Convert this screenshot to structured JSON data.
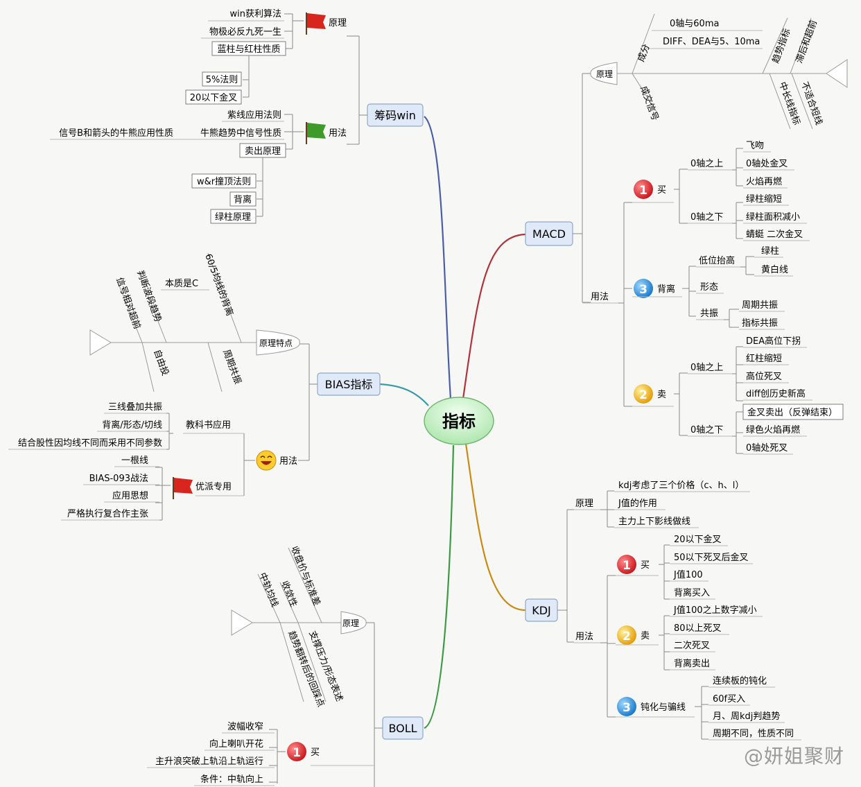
{
  "center": "指标",
  "watermark": "@妍姐聚财",
  "chouma": {
    "title": "筹码win",
    "yuanli": "原理",
    "yuanli_items": [
      "win获利算法",
      "物极必反九死一生",
      "蓝柱与红柱性质"
    ],
    "yongfa": "用法",
    "lanzhu_subs": [
      "5%法则",
      "20以下金叉"
    ],
    "yongfa_items": [
      "紫线应用法则",
      "牛熊趋势中信号性质",
      "卖出原理"
    ],
    "signal_note": "信号B和箭头的牛熊应用性质",
    "sell_subs": [
      "w&r撞顶法则",
      "背离",
      "绿柱原理"
    ]
  },
  "bias": {
    "title": "BIAS指标",
    "yuanli": "原理特点",
    "fish_up": [
      "60/5均线的背离",
      "本质是C",
      "判断波段趋势",
      "信号相对超前"
    ],
    "fish_down": [
      "周期共振",
      "自由投"
    ],
    "yongfa": "用法",
    "jiaokeshu": "教科书应用",
    "jiaokeshu_items": [
      "三线叠加共振",
      "背离/形态/切线",
      "结合股性因均线不同而采用不同参数"
    ],
    "youmei": "优派专用",
    "youmei_items": [
      "一根线",
      "BIAS-093战法",
      "应用思想",
      "严格执行复合作主张"
    ]
  },
  "macd": {
    "title": "MACD",
    "yuanli": "原理",
    "chengfen": "成分",
    "chengfen_items": [
      "0轴与60ma",
      "DIFF、DEA与5、10ma"
    ],
    "fish_up": [
      "趋势指标",
      "滞后和超前"
    ],
    "fish_down": [
      "中长线指标",
      "不适合短线"
    ],
    "fish_left_down": "成交信号",
    "yongfa": "用法",
    "buy": "买",
    "buy_above": "0轴之上",
    "buy_above_items": [
      "飞吻",
      "0轴处金叉",
      "火焰再燃"
    ],
    "buy_below": "0轴之下",
    "buy_below_items": [
      "绿柱缩短",
      "绿柱面积减小",
      "蜻蜓 二次金叉"
    ],
    "div": "背离",
    "div_low": "低位抬高",
    "div_low_items": [
      "绿柱",
      "黄白线"
    ],
    "div_shape": "形态",
    "div_gongzhen": "共振",
    "div_gz_items": [
      "周期共振",
      "指标共振"
    ],
    "sell": "卖",
    "sell_above": "0轴之上",
    "sell_above_items": [
      "DEA高位下拐",
      "红柱缩短",
      "高位死叉",
      "diff创历史新高"
    ],
    "sell_below": "0轴之下",
    "sell_below_items": [
      "金叉卖出（反弹结束）",
      "绿色火焰再燃",
      "0轴处死叉"
    ]
  },
  "kdj": {
    "title": "KDJ",
    "yuanli": "原理",
    "yuanli_items": [
      "kdj考虑了三个价格（c、h、l）",
      "J值的作用",
      "主力上下影线做线"
    ],
    "yongfa": "用法",
    "buy": "买",
    "buy_items": [
      "20以下金叉",
      "50以下死叉后金叉",
      "J值100",
      "背离买入"
    ],
    "sell": "卖",
    "sell_items": [
      "J值100之上数字减小",
      "80以上死叉",
      "二次死叉",
      "背离卖出"
    ],
    "dunhua": "钝化与骗线",
    "dunhua_items": [
      "连续板的钝化",
      "60f买入",
      "月、周kdj判趋势",
      "周期不同，性质不同"
    ]
  },
  "boll": {
    "title": "BOLL",
    "yuanli": "原理",
    "fish_up": [
      "收盘价与标准差",
      "中轨均线",
      "收敛性"
    ],
    "fish_down": [
      "支撑压力/形态表述",
      "趋势翻转后的回踩点"
    ],
    "buy": "买",
    "buy_items": [
      "波幅收窄",
      "向上喇叭开花",
      "主升浪突破上轨沿上轨运行",
      "条件：中轨向上"
    ]
  }
}
